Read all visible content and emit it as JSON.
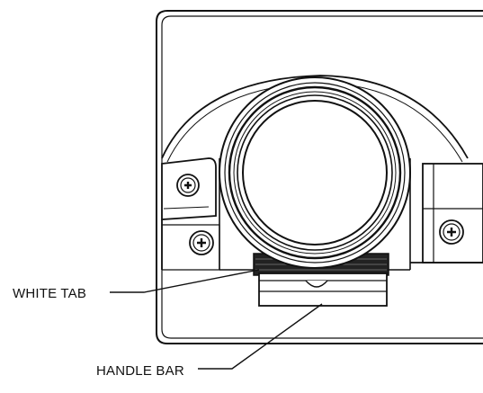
{
  "diagram": {
    "callouts": {
      "white_tab": "WHITE TAB",
      "handle_bar": "HANDLE BAR"
    },
    "parts": {
      "housing": "housing-panel",
      "lens": "round-lens",
      "white_tab": "white-tab",
      "handle_bar": "handle-bar",
      "screws": [
        "screw-left-upper",
        "screw-left-lower",
        "screw-right"
      ]
    },
    "colors": {
      "line": "#111111",
      "fill": "#ffffff",
      "tab_fill": "#222222"
    }
  }
}
